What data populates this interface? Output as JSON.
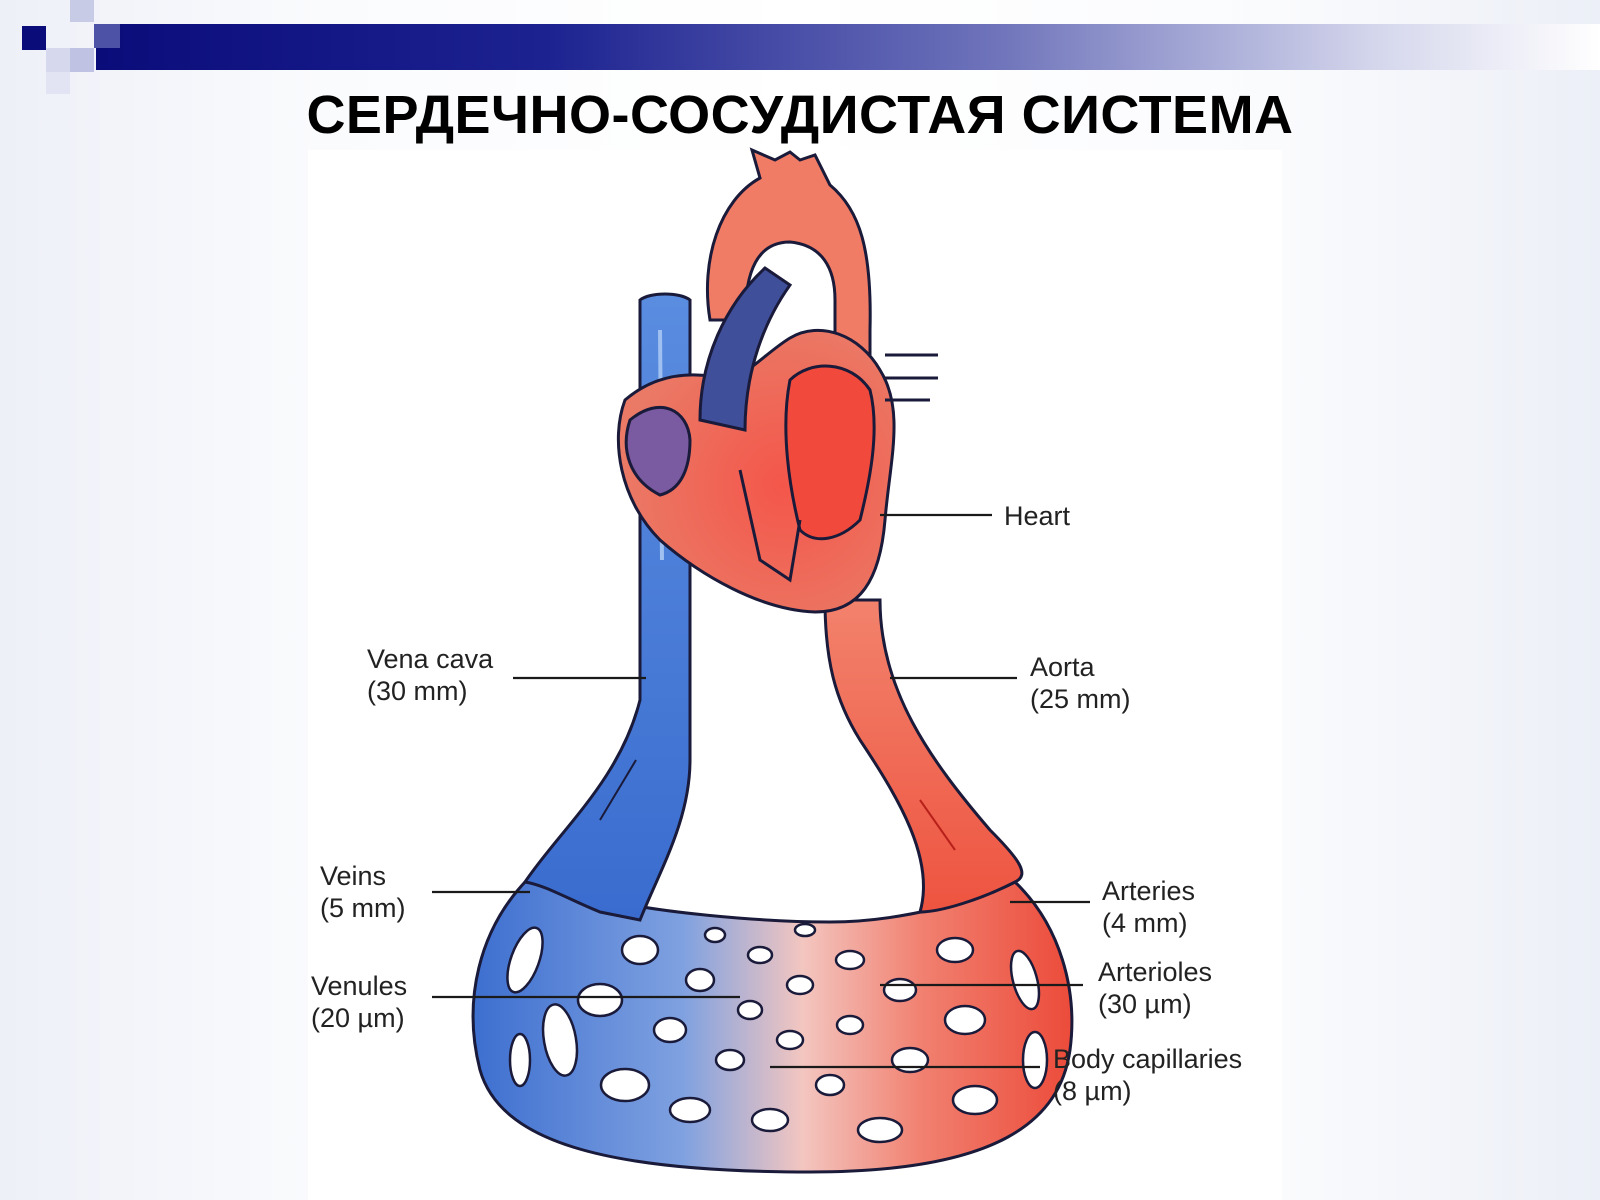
{
  "slide": {
    "title": "СЕРДЕЧНО-СОСУДИСТАЯ СИСТЕМА"
  },
  "labels": {
    "heart": "Heart",
    "vena_cava": {
      "name": "Vena cava",
      "size": "(30 mm)"
    },
    "aorta": {
      "name": "Aorta",
      "size": "(25 mm)"
    },
    "veins": {
      "name": "Veins",
      "size": "(5 mm)"
    },
    "arteries": {
      "name": "Arteries",
      "size": "(4 mm)"
    },
    "venules": {
      "name": "Venules",
      "size": "(20 µm)"
    },
    "arterioles": {
      "name": "Arterioles",
      "size": "(30 µm)"
    },
    "capillaries": {
      "name": "Body capillaries",
      "size": "(8 µm)"
    }
  },
  "colors": {
    "arterial": "#ef5a4a",
    "venous": "#4f86d8",
    "title_bar": "#0a0c7a",
    "outline": "#1a1a3a"
  }
}
